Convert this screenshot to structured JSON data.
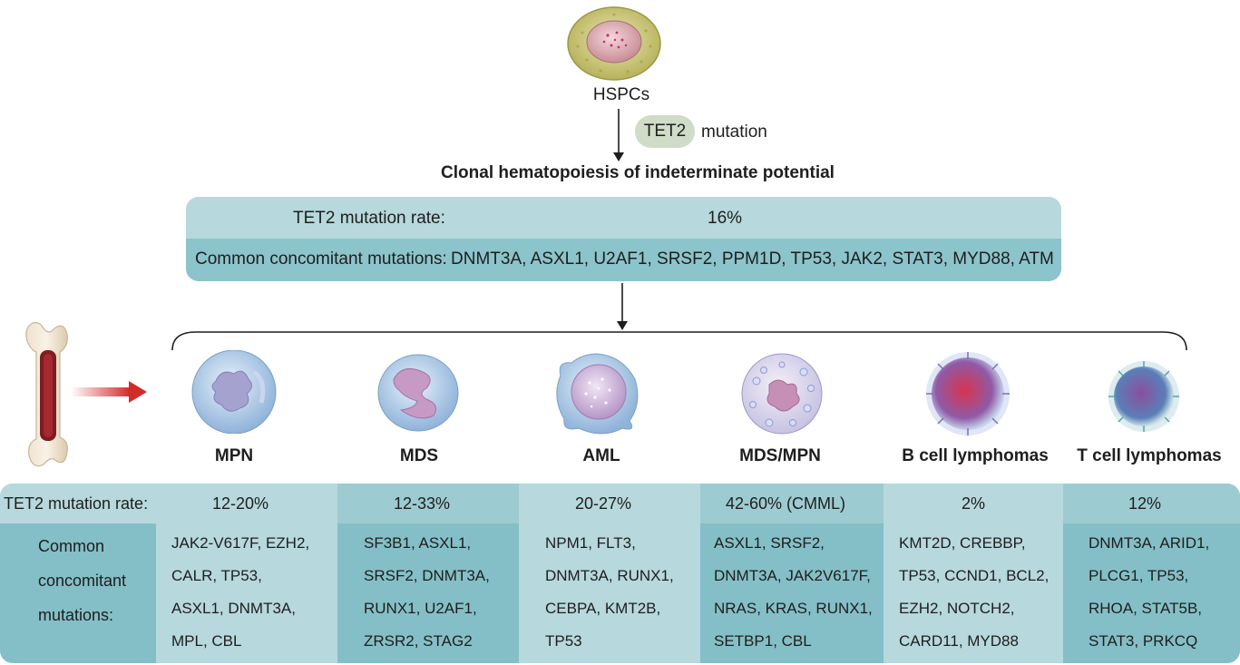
{
  "top": {
    "cell_label": "HSPCs",
    "gene_pill": "TET2",
    "mutation_word": "mutation",
    "title": "Clonal hematopoiesis of indeterminate potential"
  },
  "chip": {
    "rate_label": "TET2 mutation rate:",
    "rate_value": "16%",
    "mutations_label": "Common concomitant mutations:",
    "mutations_value": "DNMT3A, ASXL1, U2AF1, SRSF2, PPM1D, TP53, JAK2, STAT3, MYD88, ATM"
  },
  "table": {
    "rate_header": "TET2 mutation rate:",
    "mut_header": [
      "Common",
      "concomitant",
      "mutations:"
    ],
    "diseases": [
      {
        "name": "MPN",
        "rate": "12-20%",
        "mutations": [
          "JAK2-V617F, EZH2,",
          "CALR, TP53,",
          "ASXL1, DNMT3A,",
          "MPL, CBL"
        ]
      },
      {
        "name": "MDS",
        "rate": "12-33%",
        "mutations": [
          "SF3B1, ASXL1,",
          "SRSF2, DNMT3A,",
          "RUNX1, U2AF1,",
          "ZRSR2, STAG2"
        ]
      },
      {
        "name": "AML",
        "rate": "20-27%",
        "mutations": [
          "NPM1, FLT3,",
          "DNMT3A, RUNX1,",
          "CEBPA, KMT2B,",
          "TP53"
        ]
      },
      {
        "name": "MDS/MPN",
        "rate": "42-60% (CMML)",
        "mutations": [
          "ASXL1, SRSF2,",
          "DNMT3A, JAK2V617F,",
          "NRAS, KRAS, RUNX1,",
          "SETBP1, CBL"
        ]
      },
      {
        "name": "B cell lymphomas",
        "rate": "2%",
        "mutations": [
          "KMT2D, CREBBP,",
          "TP53, CCND1, BCL2,",
          "EZH2, NOTCH2,",
          "CARD11, MYD88"
        ]
      },
      {
        "name": "T cell lymphomas",
        "rate": "12%",
        "mutations": [
          "DNMT3A, ARID1,",
          "PLCG1, TP53,",
          "RHOA, STAT5B,",
          "STAT3, PRKCQ"
        ]
      }
    ]
  },
  "colors": {
    "arrow_red": "#d42a2a",
    "table_light": "#b7d8dc",
    "table_mid": "#9ccbd1",
    "table_dark": "#84bfc7",
    "pill": "#cfdcc7"
  }
}
